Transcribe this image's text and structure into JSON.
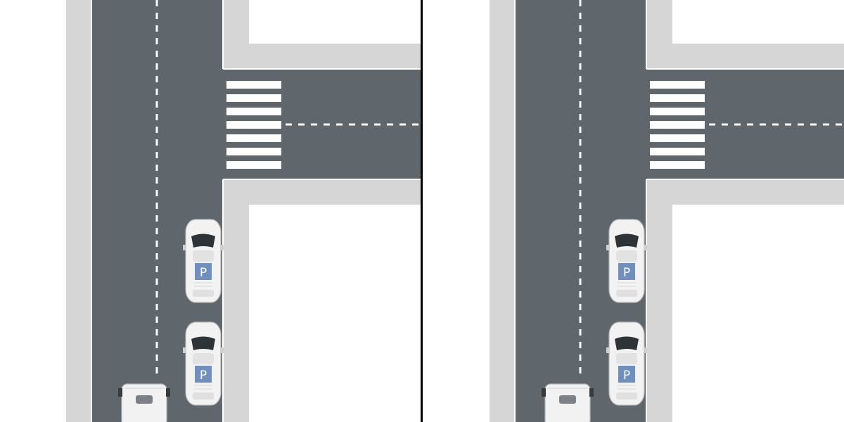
{
  "panels": [
    {
      "name": "left-intersection-panel"
    },
    {
      "name": "right-intersection-panel"
    }
  ],
  "parking_sign": {
    "label": "P"
  },
  "colors": {
    "asphalt": "#5f676d",
    "curb": "#d6d6d6",
    "lane_marking": "#ffffff",
    "crosswalk": "#ffffff",
    "parking_sign": "#6f8fbf",
    "vehicle_body": "#f2f2f2",
    "windshield": "#2e3338",
    "divider": "#000000"
  },
  "icons": [
    "parked-car-icon",
    "parking-sign-icon",
    "van-icon",
    "crosswalk-icon"
  ]
}
